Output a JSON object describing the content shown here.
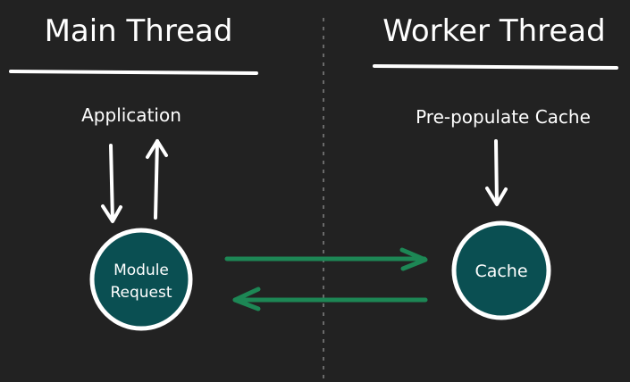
{
  "title_left": "Main Thread",
  "title_right": "Worker Thread",
  "label_application": "Application",
  "label_prepopulate": "Pre-populate Cache",
  "node_module": {
    "line1": "Module",
    "line2": "Request"
  },
  "node_cache": "Cache",
  "colors": {
    "background": "#222222",
    "ink": "#ffffff",
    "node_fill": "#0a4f52",
    "exchange_arrow": "#1d8755",
    "divider": "#6a6a6a"
  }
}
